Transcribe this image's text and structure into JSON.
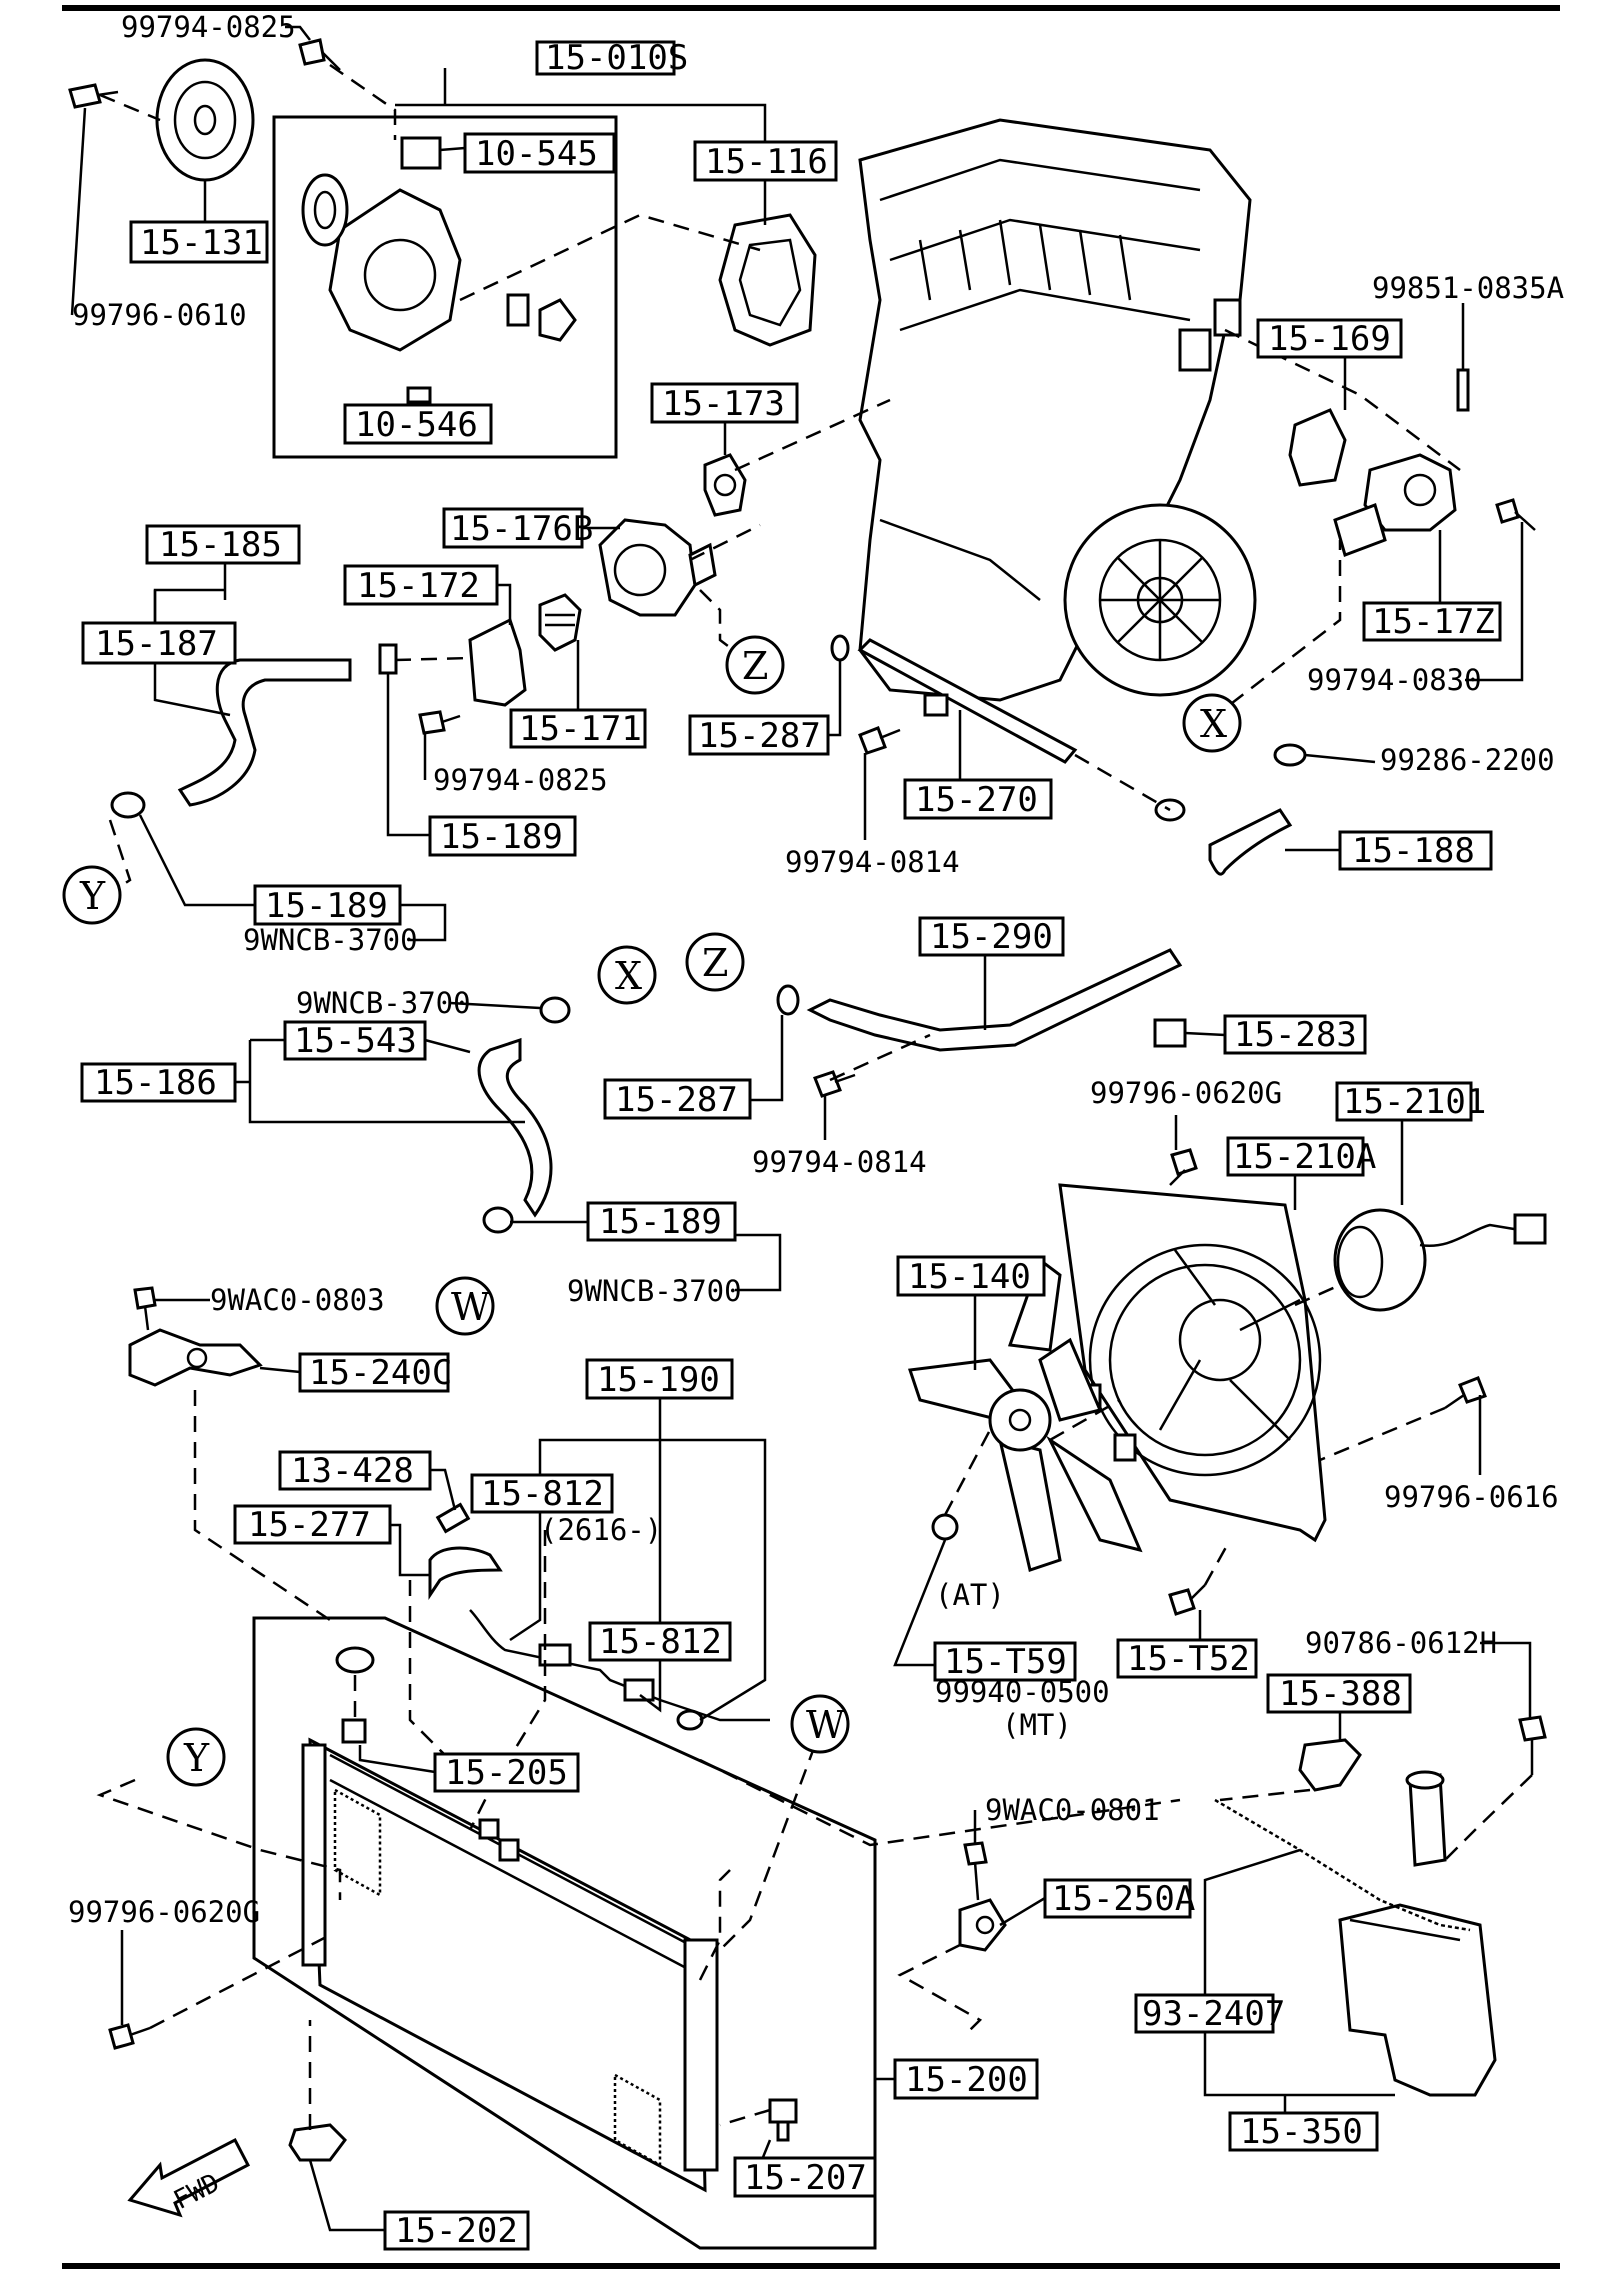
{
  "labels": {
    "l_99794_0825_top": "99794-0825",
    "l_15_010s": "15-010S",
    "l_10_545": "10-545",
    "l_15_116": "15-116",
    "l_15_131": "15-131",
    "l_99796_0610": "99796-0610",
    "l_10_546": "10-546",
    "l_99851_0835a": "99851-0835A",
    "l_15_169": "15-169",
    "l_15_173": "15-173",
    "l_15_185": "15-185",
    "l_15_176b": "15-176B",
    "l_15_172": "15-172",
    "l_15_187": "15-187",
    "l_15_17z": "15-17Z",
    "l_99794_0830": "99794-0830",
    "l_15_171": "15-171",
    "l_15_287_a": "15-287",
    "l_99794_0825_mid": "99794-0825",
    "l_15_270": "15-270",
    "l_99286_2200": "99286-2200",
    "l_15_189_a": "15-189",
    "l_99794_0814_a": "99794-0814",
    "l_15_188": "15-188",
    "l_15_189_b": "15-189",
    "l_9wncb_3700_a": "9WNCB-3700",
    "l_15_290": "15-290",
    "l_9wncb_3700_b": "9WNCB-3700",
    "l_15_543": "15-543",
    "l_15_186": "15-186",
    "l_15_283": "15-283",
    "l_15_287_b": "15-287",
    "l_99796_0620g_a": "99796-0620G",
    "l_15_2101": "15-2101",
    "l_99794_0814_b": "99794-0814",
    "l_15_210a": "15-210A",
    "l_15_189_c": "15-189",
    "l_9wncb_3700_c": "9WNCB-3700",
    "l_15_140": "15-140",
    "l_9waco_0803": "9WAC0-0803",
    "l_15_240c": "15-240C",
    "l_15_190": "15-190",
    "l_13_428": "13-428",
    "l_15_812_a": "15-812",
    "l_15_277": "15-277",
    "l_2616": "(2616-)",
    "l_99796_0616": "99796-0616",
    "l_at": "(AT)",
    "l_15_812_b": "15-812",
    "l_15_t59": "15-T59",
    "l_99940_0500": "99940-0500",
    "l_mt": "(MT)",
    "l_15_t52": "15-T52",
    "l_90786_0612h": "90786-0612H",
    "l_15_388": "15-388",
    "l_15_205": "15-205",
    "l_9waco_0801": "9WAC0-0801",
    "l_15_250a": "15-250A",
    "l_99796_0620g_b": "99796-0620G",
    "l_93_2407": "93-2407",
    "l_15_200": "15-200",
    "l_15_207": "15-207",
    "l_15_350": "15-350",
    "l_15_202": "15-202",
    "fwd": "FWD"
  },
  "markers": {
    "z1": "Z",
    "x1": "X",
    "y1": "Y",
    "x2": "X",
    "z2": "Z",
    "w1": "W",
    "w2": "W",
    "y2": "Y"
  }
}
